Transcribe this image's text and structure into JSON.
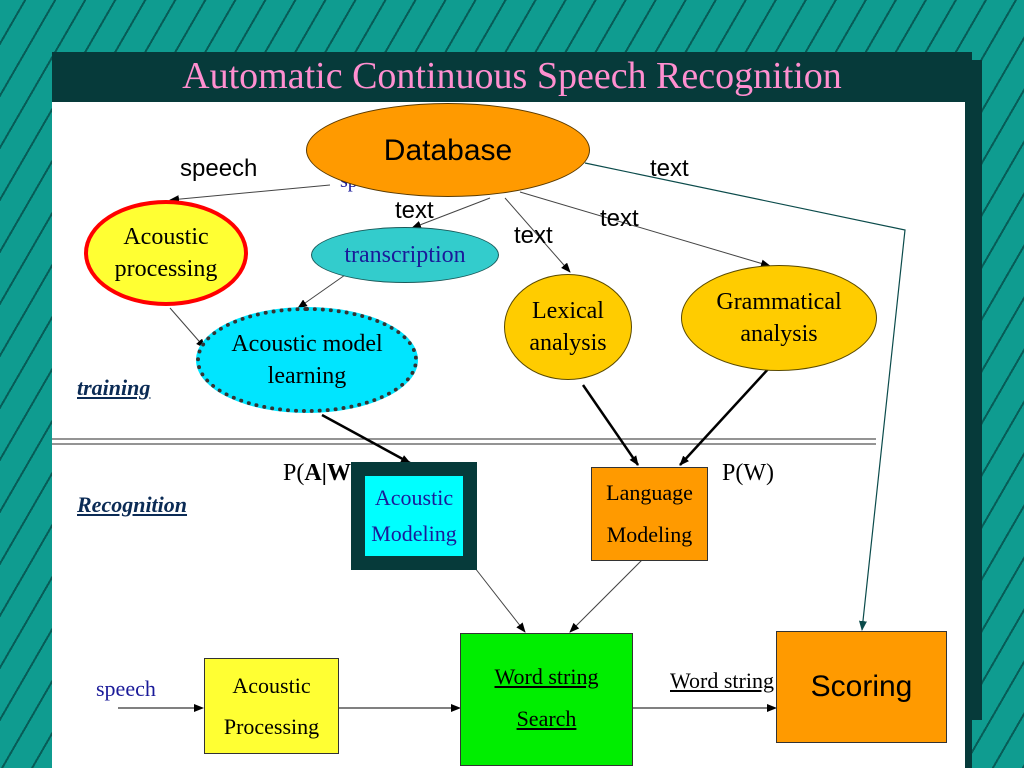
{
  "title": "Automatic Continuous Speech Recognition",
  "nodes": {
    "database": "Database",
    "acoustic_processing_top": "Acoustic processing",
    "transcription": "transcription",
    "acoustic_model_learning": "Acoustic model learning",
    "lexical_analysis": "Lexical analysis",
    "grammatical_analysis": "Grammatical analysis",
    "acoustic_modeling": {
      "line1": "Acoustic",
      "line2": "Modeling"
    },
    "language_modeling": {
      "line1": "Language",
      "line2": "Modeling"
    },
    "acoustic_processing_bottom": {
      "line1": "Acoustic",
      "line2": "Processing"
    },
    "word_string_search": {
      "line1": "Word string",
      "line2": "Search"
    },
    "scoring": "Scoring"
  },
  "labels": {
    "speech_top": "speech",
    "speech_partial": "sp",
    "text_transcription": "text",
    "text_lexical": "text",
    "text_grammatical": "text",
    "text_scoring": "text",
    "training": "training",
    "recognition": "Recognition",
    "p_a_w_prefix": "P(",
    "p_a_w_bold": "A|W",
    "p_w": "P(W)",
    "speech_input": "speech",
    "word_string_output": "Word string"
  },
  "colors": {
    "background": "#0f9c90",
    "title_bar": "#063a3a",
    "title_text": "#ff8fd0",
    "database": "#ff9a00",
    "yellow_node": "#ffcc00",
    "acoustic_processing_fill": "#ffff33",
    "acoustic_processing_border": "#ff0000",
    "cyan_node": "#00e5ff",
    "transcription": "#33cccc",
    "language_modeling": "#ff9a00",
    "word_string_search": "#00ee00",
    "scoring": "#ff9a00",
    "acoustic_processing_box": "#ffff33"
  }
}
